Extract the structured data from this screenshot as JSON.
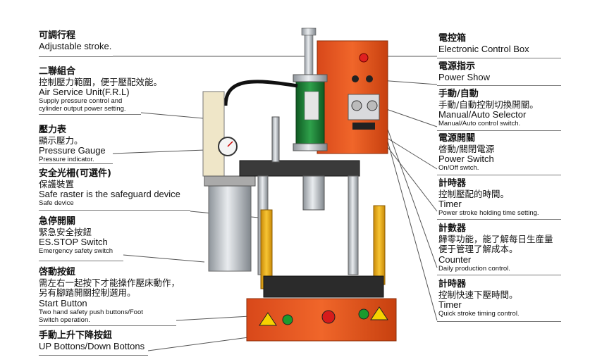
{
  "left_labels": [
    {
      "title": "可調行程",
      "lines": [
        {
          "text": "Adjustable stroke.",
          "size": "en"
        }
      ]
    },
    {
      "title": "二聯組合",
      "lines": [
        {
          "text": "控制壓力範圍，便于壓配效能。",
          "size": "zh"
        },
        {
          "text": "Air Service Unit(F.R.L)",
          "size": "en"
        },
        {
          "text": "Suppiy pressure control and",
          "size": "sm"
        },
        {
          "text": "cylinder output power setting.",
          "size": "sm"
        }
      ]
    },
    {
      "title": "壓力表",
      "lines": [
        {
          "text": "顯示壓力。",
          "size": "zh"
        },
        {
          "text": "Pressure Gauge",
          "size": "en"
        },
        {
          "text": "Pressure indicator.",
          "size": "sm"
        }
      ]
    },
    {
      "title": "安全光柵(可選件)",
      "lines": [
        {
          "text": "保護裝置",
          "size": "zh"
        },
        {
          "text": "Safe raster is the safeguard device",
          "size": "en"
        },
        {
          "text": "Safe device",
          "size": "sm"
        }
      ]
    },
    {
      "title": "急停開關",
      "lines": [
        {
          "text": "緊急安全按鈕",
          "size": "zh"
        },
        {
          "text": "ES.STOP Switch",
          "size": "en"
        },
        {
          "text": "Emergency safety switch",
          "size": "sm"
        }
      ]
    },
    {
      "title": "啓動按鈕",
      "lines": [
        {
          "text": "需左右一起按下才能操作壓床動作，",
          "size": "zh"
        },
        {
          "text": "另有腳踏開關控制選用。",
          "size": "zh"
        },
        {
          "text": "Start Button",
          "size": "en"
        },
        {
          "text": "Two hand safety push buttons/Foot",
          "size": "sm"
        },
        {
          "text": "Switch operation.",
          "size": "sm"
        }
      ]
    },
    {
      "title": "手動上升下降按鈕",
      "lines": [
        {
          "text": "UP Bottons/Down Bottons",
          "size": "en"
        }
      ]
    }
  ],
  "right_labels": [
    {
      "title": "電控箱",
      "lines": [
        {
          "text": "Electronic Control Box",
          "size": "en"
        }
      ]
    },
    {
      "title": "電源指示",
      "lines": [
        {
          "text": "Power Show",
          "size": "en"
        }
      ]
    },
    {
      "title": "手動/自動",
      "lines": [
        {
          "text": "手動/自動控制切換開關。",
          "size": "zh"
        },
        {
          "text": "Manual/Auto Selector",
          "size": "en"
        },
        {
          "text": "Manual/Auto control switch.",
          "size": "sm"
        }
      ]
    },
    {
      "title": "電源開關",
      "lines": [
        {
          "text": "啓動/關閉電源",
          "size": "zh"
        },
        {
          "text": "Power Switch",
          "size": "en"
        },
        {
          "text": "On/Off swtch.",
          "size": "sm"
        }
      ]
    },
    {
      "title": "計時器",
      "lines": [
        {
          "text": "控制壓配的時間。",
          "size": "zh"
        },
        {
          "text": "Timer",
          "size": "en"
        },
        {
          "text": "Power stroke holding time setting.",
          "size": "sm"
        }
      ]
    },
    {
      "title": "計數器",
      "lines": [
        {
          "text": "歸零功能，能了解每日生産量",
          "size": "zh"
        },
        {
          "text": "便于管理了解成本。",
          "size": "zh"
        },
        {
          "text": "Counter",
          "size": "en"
        },
        {
          "text": "Daily production control.",
          "size": "sm"
        }
      ]
    },
    {
      "title": "計時器",
      "lines": [
        {
          "text": "控制快速下壓時間。",
          "size": "zh"
        },
        {
          "text": "Timer",
          "size": "en"
        },
        {
          "text": "Quick stroke timing control.",
          "size": "sm"
        }
      ]
    }
  ],
  "colors": {
    "housing": "#e8581c",
    "housing_dark": "#b83c0c",
    "steel": "#c9cdd2",
    "cylinder": "#1f8a3a",
    "guard": "#f3b21c",
    "base": "#2b2b2b"
  }
}
